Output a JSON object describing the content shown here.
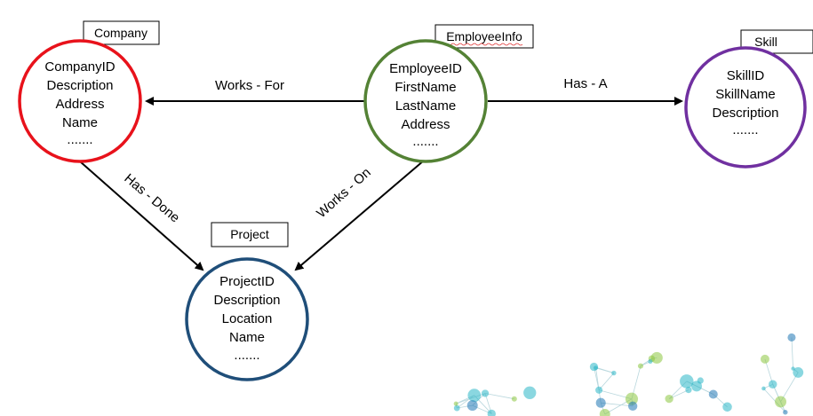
{
  "diagram": {
    "entities": {
      "company": {
        "tag": "Company",
        "fields": [
          "CompanyID",
          "Description",
          "Address",
          "Name",
          "......."
        ],
        "color": "#e8121b"
      },
      "employee": {
        "tag": "EmployeeInfo",
        "fields": [
          "EmployeeID",
          "FirstName",
          "LastName",
          "Address",
          "......."
        ],
        "color": "#548235"
      },
      "skill": {
        "tag": "Skill",
        "fields": [
          "SkillID",
          "SkillName",
          "Description",
          "......."
        ],
        "color": "#7030a0"
      },
      "project": {
        "tag": "Project",
        "fields": [
          "ProjectID",
          "Description",
          "Location",
          "Name",
          "......."
        ],
        "color": "#1f4e79"
      }
    },
    "relations": {
      "works_for": "Works - For",
      "has_a": "Has - A",
      "has_done": "Has - Done",
      "works_on": "Works - On"
    },
    "decoration_colors": {
      "green": "#8dc63f",
      "teal": "#2ab6c7",
      "blue": "#1f77b4"
    }
  }
}
